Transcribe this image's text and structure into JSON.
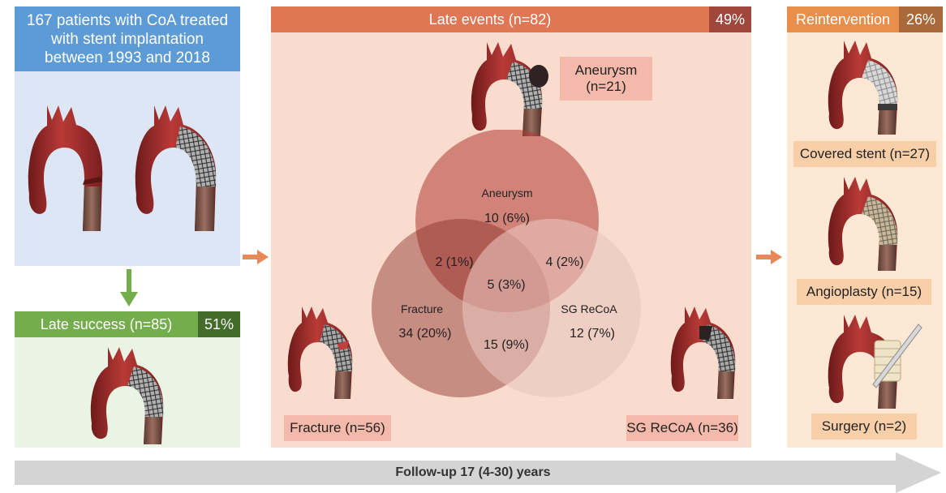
{
  "cohort": {
    "title": "167 patients with CoA treated with stent implantation between 1993 and 2018",
    "line1": "167 patients with CoA treated",
    "line2": "with stent implantation",
    "line3": "between 1993 and 2018"
  },
  "late_success": {
    "label": "Late success (n=85)",
    "percent": "51%"
  },
  "late_events": {
    "label": "Late events (n=82)",
    "percent": "49%"
  },
  "event_labels": {
    "aneurysm_title": "Aneurysm",
    "aneurysm_count": "(n=21)",
    "fracture": "Fracture (n=56)",
    "sg_recoa": "SG ReCoA (n=36)"
  },
  "venn": {
    "sets": [
      "Aneurysm",
      "Fracture",
      "SG ReCoA"
    ],
    "aneurysm_label": "Aneurysm",
    "fracture_label": "Fracture",
    "sg_recoa_label": "SG ReCoA",
    "aneurysm_only": "10 (6%)",
    "fracture_only": "34 (20%)",
    "sg_recoa_only": "12 (7%)",
    "aneurysm_fracture": "2 (1%)",
    "aneurysm_sg_recoa": "4 (2%)",
    "fracture_sg_recoa": "15 (9%)",
    "all_three": "5 (3%)"
  },
  "reintervention": {
    "label": "Reintervention",
    "percent": "26%",
    "covered_stent": "Covered stent (n=27)",
    "angioplasty": "Angioplasty (n=15)",
    "surgery": "Surgery (n=2)"
  },
  "followup": "Follow-up 17 (4-30) years",
  "colors": {
    "blue_header": "#5c9bd6",
    "blue_panel": "#dce6f4",
    "green_header": "#74ad4b",
    "green_dark": "#436b2a",
    "salmon_header": "#e07653",
    "salmon_panel": "#f9dccd",
    "orange_header": "#e98e4b",
    "orange_panel": "#fce8d4",
    "aorta_red": "#a3302e",
    "arrow_orange": "#e8875a",
    "arrow_green": "#74ad4b"
  }
}
